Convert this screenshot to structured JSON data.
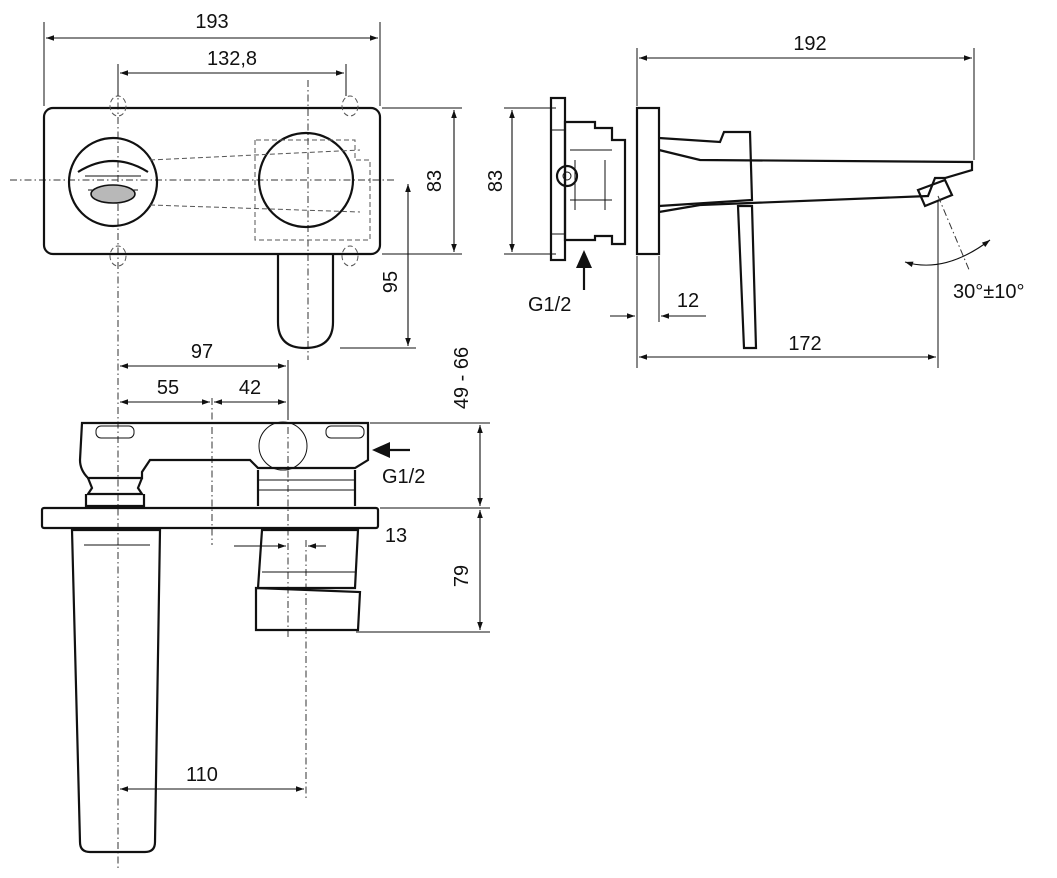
{
  "dimensions": {
    "top_width": "193",
    "top_hole_spacing": "132,8",
    "top_height": "83",
    "top_lever_drop": "95",
    "side_height": "83",
    "side_length": "192",
    "side_thread": "G1/2",
    "side_wall_offset": "12",
    "side_spout_reach": "172",
    "side_angle": "30°±10°",
    "front_centre_total": "97",
    "front_centre_left": "55",
    "front_centre_right": "42",
    "front_depth_range": "49 - 66",
    "front_thread": "G1/2",
    "front_body_offset": "13",
    "front_body_depth": "79",
    "front_spout_offset": "110"
  }
}
